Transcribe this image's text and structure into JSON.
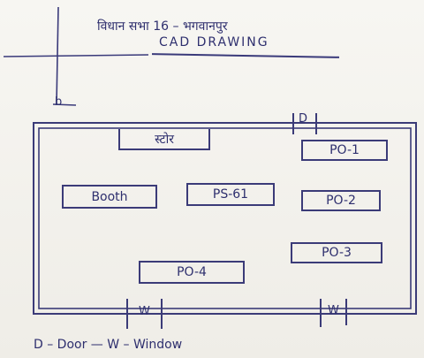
{
  "header": {
    "line": "विधान सभा 16 – भगवानपुर",
    "title": "CAD DRAWING"
  },
  "axis_label": "b",
  "rooms": [
    {
      "id": "store",
      "label": "स्टोर"
    },
    {
      "id": "po1",
      "label": "PO-1"
    },
    {
      "id": "booth",
      "label": "Booth"
    },
    {
      "id": "ps61",
      "label": "PS-61"
    },
    {
      "id": "po2",
      "label": "PO-2"
    },
    {
      "id": "po3",
      "label": "PO-3"
    },
    {
      "id": "po4",
      "label": "PO-4"
    }
  ],
  "openings": {
    "door_mark": "D",
    "window_mark_left": "W",
    "window_mark_right": "W"
  },
  "legend": {
    "text": "D – Door — W – Window"
  }
}
